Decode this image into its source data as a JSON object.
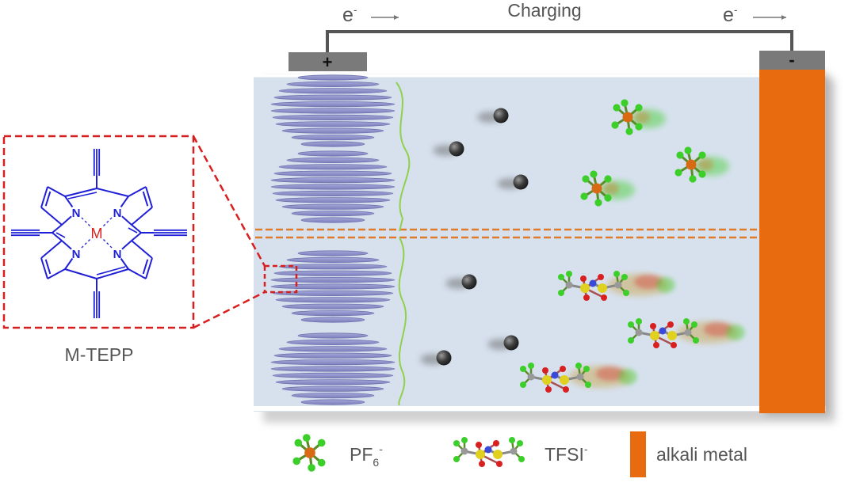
{
  "circuit": {
    "charging_label": "Charging",
    "electron_label_left": "e",
    "electron_label_right": "e",
    "electron_superscript": "-",
    "positive_terminal": "+",
    "negative_terminal": "-"
  },
  "molecule": {
    "caption": "M-TEPP",
    "metal_label": "M",
    "nitrogen_label": "N"
  },
  "legend": {
    "pf6_label_main": "PF",
    "pf6_subscript": "6",
    "pf6_superscript": "-",
    "tfsi_label_main": "TFSI",
    "tfsi_superscript": "-",
    "metal_label": "alkali metal"
  },
  "colors": {
    "electrolyte": "#d7e1ee",
    "alkali_metal": "#e86c0f",
    "porphyrin_blue": "#1f1fd6",
    "highlight_red": "#d81f1f",
    "electrode_layers": "#8f92c8",
    "sei_line": "#8ed14a",
    "separator": "#e07b2a",
    "fluorine": "#3ccf2a",
    "phosphorus": "#d86a14",
    "sulfur": "#e0d020",
    "oxygen": "#d82020",
    "carbon": "#999999",
    "terminal": "#7a7a7a"
  }
}
